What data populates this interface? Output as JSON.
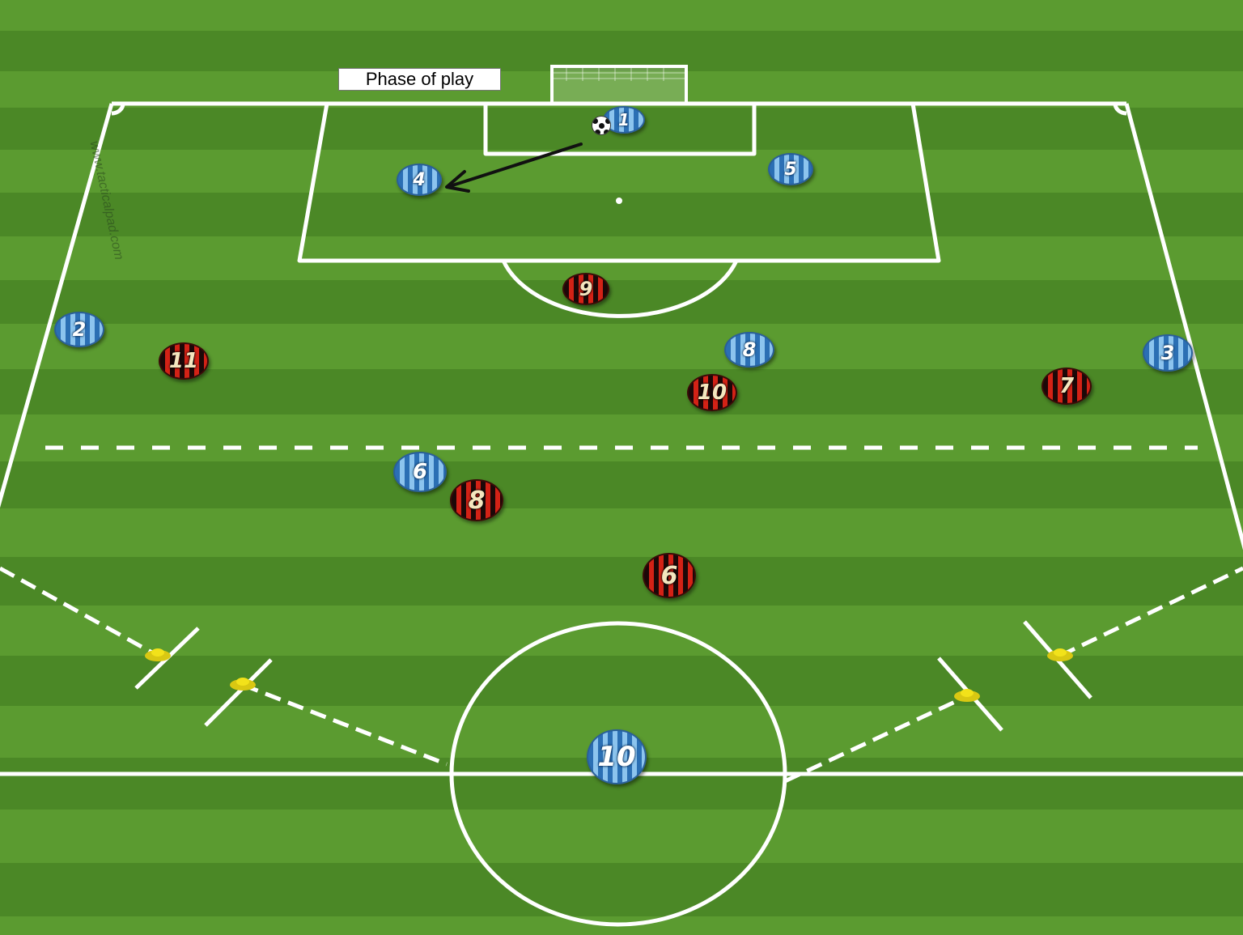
{
  "caption": "Phase of play",
  "watermark": "www.tacticalpad.com",
  "colors": {
    "grass_light": "#5b9b30",
    "grass_dark": "#4b8826",
    "lines": "#ffffff",
    "blue_team": "#3d86c9",
    "red_team": "#c9231a",
    "cone": "#f2e21a",
    "arrow": "#111111"
  },
  "icons": {
    "ball": "soccer-ball-icon",
    "cone": "training-cone-icon",
    "goal": "goal-net-icon"
  },
  "players": [
    {
      "team": "blue",
      "number": "1"
    },
    {
      "team": "blue",
      "number": "4"
    },
    {
      "team": "blue",
      "number": "5"
    },
    {
      "team": "blue",
      "number": "2"
    },
    {
      "team": "blue",
      "number": "8"
    },
    {
      "team": "blue",
      "number": "3"
    },
    {
      "team": "blue",
      "number": "6"
    },
    {
      "team": "blue",
      "number": "10"
    },
    {
      "team": "red",
      "number": "9"
    },
    {
      "team": "red",
      "number": "11"
    },
    {
      "team": "red",
      "number": "10"
    },
    {
      "team": "red",
      "number": "7"
    },
    {
      "team": "red",
      "number": "8"
    },
    {
      "team": "red",
      "number": "6"
    }
  ],
  "pass": {
    "from": "1",
    "to": "4",
    "team": "blue"
  }
}
